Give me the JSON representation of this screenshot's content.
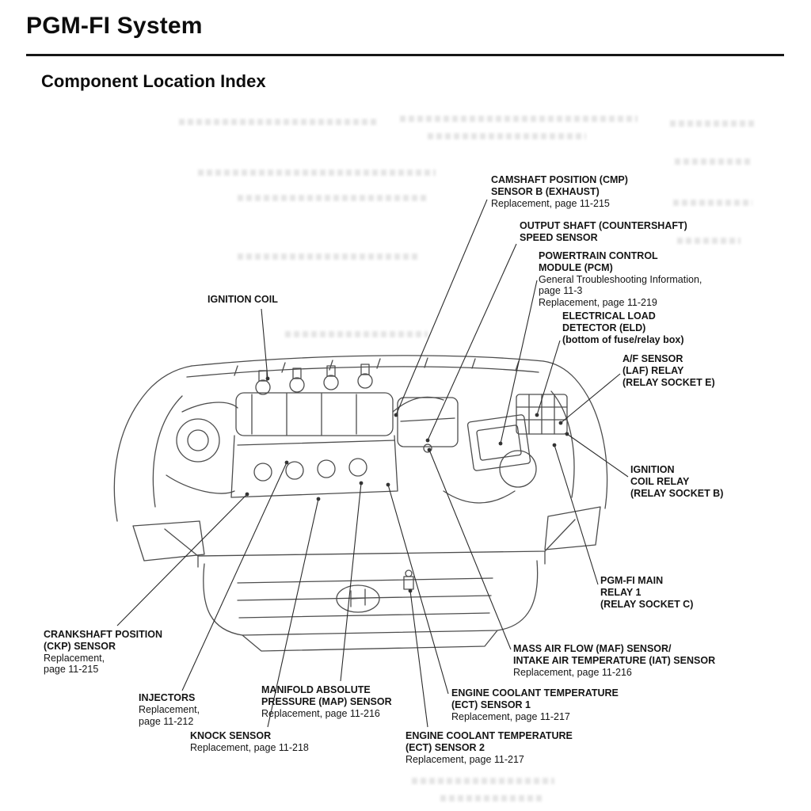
{
  "page": {
    "title": "PGM-FI System",
    "subtitle": "Component Location Index"
  },
  "callouts": {
    "ignition_coil": {
      "bold": "IGNITION COIL"
    },
    "cmp_sensor": {
      "bold": "CAMSHAFT POSITION (CMP)\nSENSOR B (EXHAUST)",
      "plain": "Replacement, page 11-215"
    },
    "output_shaft": {
      "bold": "OUTPUT SHAFT (COUNTERSHAFT)\nSPEED SENSOR"
    },
    "pcm": {
      "bold": "POWERTRAIN CONTROL\nMODULE (PCM)",
      "plain": "General Troubleshooting Information,\npage 11-3\nReplacement, page 11-219"
    },
    "eld": {
      "bold": "ELECTRICAL LOAD\nDETECTOR (ELD)\n(bottom of fuse/relay box)"
    },
    "af_relay": {
      "bold": "A/F SENSOR\n(LAF) RELAY\n(RELAY SOCKET E)"
    },
    "ignition_coil_relay": {
      "bold": "IGNITION\nCOIL RELAY\n(RELAY SOCKET B)"
    },
    "pgmfi_main_relay": {
      "bold": "PGM-FI MAIN\nRELAY 1\n(RELAY SOCKET C)"
    },
    "maf_iat": {
      "bold": "MASS AIR FLOW (MAF) SENSOR/\nINTAKE AIR TEMPERATURE (IAT) SENSOR",
      "plain": "Replacement, page 11-216"
    },
    "ect1": {
      "bold": "ENGINE COOLANT TEMPERATURE\n(ECT) SENSOR 1",
      "plain": "Replacement, page 11-217"
    },
    "ect2": {
      "bold": "ENGINE COOLANT TEMPERATURE\n(ECT) SENSOR 2",
      "plain": "Replacement, page 11-217"
    },
    "map_sensor": {
      "bold": "MANIFOLD ABSOLUTE\nPRESSURE (MAP) SENSOR",
      "plain": "Replacement, page 11-216"
    },
    "knock_sensor": {
      "bold": "KNOCK SENSOR",
      "plain": "Replacement, page 11-218"
    },
    "injectors": {
      "bold": "INJECTORS",
      "plain": "Replacement,\npage 11-212"
    },
    "ckp_sensor": {
      "bold": "CRANKSHAFT POSITION\n(CKP) SENSOR",
      "plain": "Replacement,\npage 11-215"
    }
  }
}
